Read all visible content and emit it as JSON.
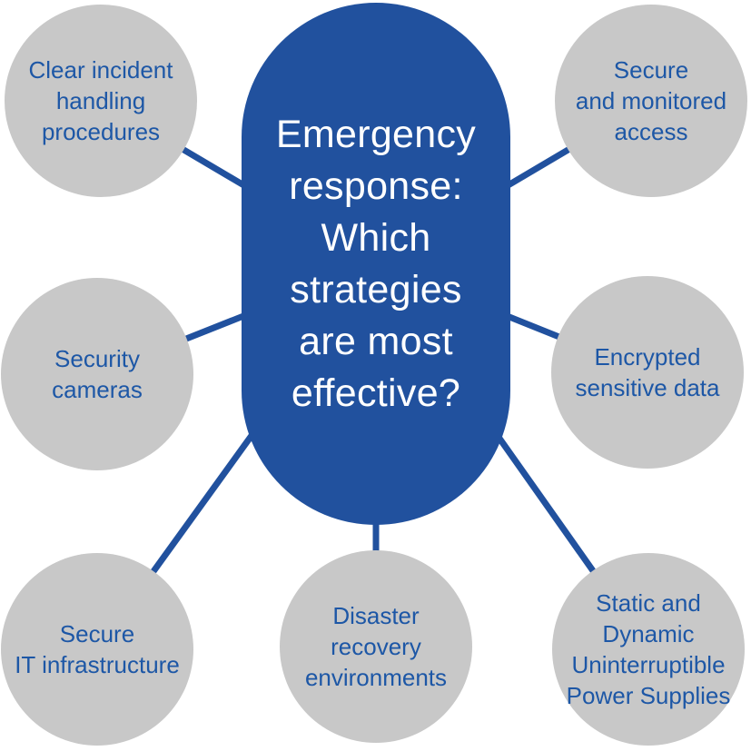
{
  "colors": {
    "primary_blue": "#21519E",
    "node_text_blue": "#1D57A6",
    "node_gray": "#C8C8C8",
    "center_text": "#FFFFFF",
    "background": "#FFFFFF"
  },
  "center": {
    "label": "Emergency\nresponse:\nWhich\nstrategies\nare most\neffective?"
  },
  "nodes": [
    {
      "id": "clear-incident-handling-procedures",
      "label": "Clear incident\nhandling\nprocedures"
    },
    {
      "id": "secure-and-monitored-access",
      "label": "Secure\nand monitored\naccess"
    },
    {
      "id": "security-cameras",
      "label": "Security\ncameras"
    },
    {
      "id": "encrypted-sensitive-data",
      "label": "Encrypted\nsensitive data"
    },
    {
      "id": "secure-it-infrastructure",
      "label": "Secure\nIT infrastructure"
    },
    {
      "id": "disaster-recovery-environments",
      "label": "Disaster\nrecovery\nenvironments"
    },
    {
      "id": "static-and-dynamic-uninterruptible-power-supplies",
      "label": "Static and\nDynamic\nUninterruptible\nPower Supplies"
    }
  ]
}
